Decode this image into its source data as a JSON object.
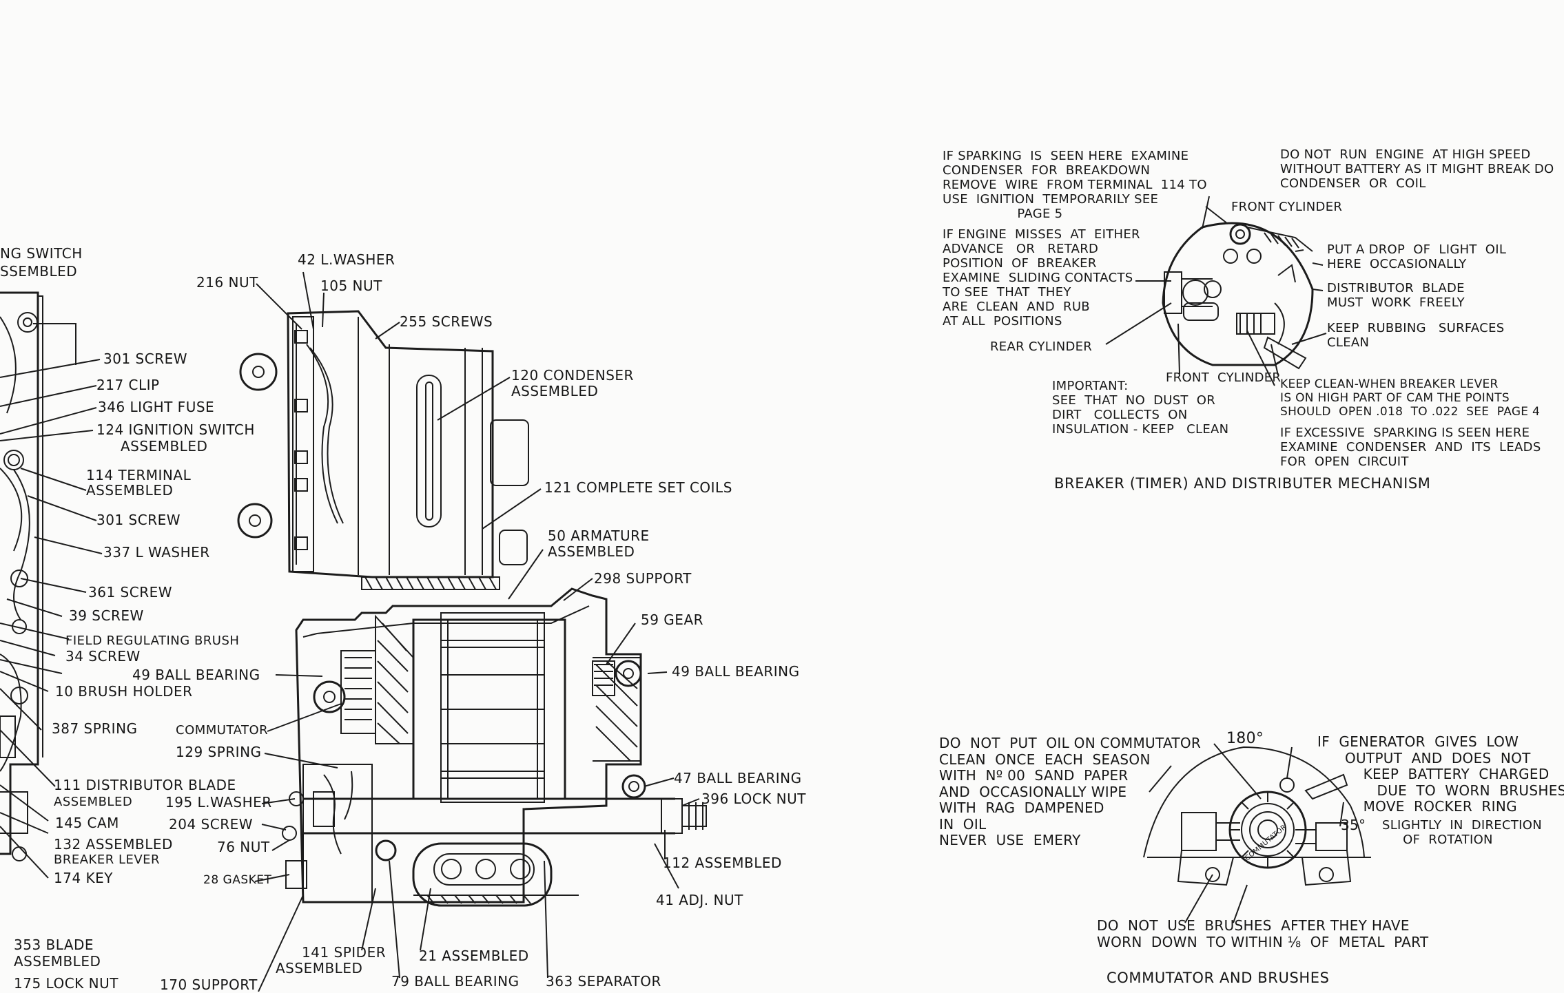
{
  "generator_labels": {
    "switch_line1": "NG  SWITCH",
    "switch_line2": "SSEMBLED",
    "screw_301a": "301 SCREW",
    "clip_217": "217  CLIP",
    "fuse_346": "346 LIGHT FUSE",
    "ign_switch_124_l1": "124 IGNITION  SWITCH",
    "ign_switch_124_l2": "ASSEMBLED",
    "terminal_114_l1": "114  TERMINAL",
    "terminal_114_l2": "ASSEMBLED",
    "screw_301b": "301 SCREW",
    "washer_337": "337 L WASHER",
    "screw_361": "361  SCREW",
    "screw_39": "39  SCREW",
    "field_brush": "FIELD REGULATING  BRUSH",
    "screw_34": "34  SCREW",
    "brush_holder_10": "10 BRUSH HOLDER",
    "spring_387": "387 SPRING",
    "dist_blade_111_l1": "111  DISTRIBUTOR  BLADE",
    "dist_blade_111_l2": "ASSEMBLED",
    "cam_145": "145 CAM",
    "breaker_132_l1": "132  ASSEMBLED",
    "breaker_132_l2": "BREAKER LEVER",
    "key_174": "174  KEY",
    "blade_353_l1": "353 BLADE",
    "blade_353_l2": "ASSEMBLED",
    "lock_nut_175": "175 LOCK NUT",
    "support_170": "170  SUPPORT",
    "nut_216": "216 NUT",
    "washer_42": "42  L.WASHER",
    "nut_105": "105  NUT",
    "screws_255": "255  SCREWS",
    "condenser_120_l1": "120 CONDENSER",
    "condenser_120_l2": "ASSEMBLED",
    "coils_121": "121  COMPLETE  SET  COILS",
    "armature_50_l1": "50  ARMATURE",
    "armature_50_l2": "ASSEMBLED",
    "support_298": "298  SUPPORT",
    "gear_59": "59  GEAR",
    "ball_bearing_49a": "49  BALL  BEARING",
    "ball_bearing_49b": "49  BALL  BEARING",
    "commutator": "COMMUTATOR",
    "spring_129": "129  SPRING",
    "washer_195": "195  L.WASHER",
    "screw_204": "204  SCREW",
    "nut_76": "76  NUT",
    "gasket_28": "28 GASKET",
    "ball_bearing_47": "47  BALL  BEARING",
    "lock_nut_396": "396  LOCK  NUT",
    "assembled_112": "112  ASSEMBLED",
    "adj_nut_41": "41  ADJ.  NUT",
    "spider_141_l1": "141  SPIDER",
    "spider_141_l2": "ASSEMBLED",
    "assembled_21": "21  ASSEMBLED",
    "ball_bearing_79": "79  BALL  BEARING",
    "separator_363": "363  SEPARATOR"
  },
  "breaker_notes": {
    "sparking": "IF SPARKING  IS  SEEN HERE  EXAMINE\nCONDENSER  FOR  BREAKDOWN\nREMOVE  WIRE  FROM TERMINAL  114 TO\nUSE  IGNITION  TEMPORARILY SEE\n                  PAGE 5",
    "no_high_speed": "DO NOT  RUN  ENGINE  AT HIGH SPEED\nWITHOUT BATTERY AS IT MIGHT BREAK DO\nCONDENSER  OR  COIL",
    "front_cylinder_top": "FRONT CYLINDER",
    "engine_misses": "IF ENGINE  MISSES  AT  EITHER\nADVANCE   OR   RETARD\nPOSITION  OF  BREAKER\nEXAMINE  SLIDING CONTACTS\nTO SEE  THAT  THEY\nARE  CLEAN  AND  RUB\nAT ALL  POSITIONS",
    "light_oil": "PUT A DROP  OF  LIGHT  OIL\nHERE  OCCASIONALLY",
    "dist_blade": "DISTRIBUTOR  BLADE\nMUST  WORK  FREELY",
    "keep_rubbing": "KEEP  RUBBING   SURFACES\nCLEAN",
    "rear_cylinder": "REAR CYLINDER",
    "front_cylinder_bottom": "FRONT  CYLINDER",
    "important": "IMPORTANT:\nSEE  THAT  NO  DUST  OR\nDIRT   COLLECTS  ON\nINSULATION - KEEP   CLEAN",
    "keep_clean": "KEEP CLEAN-WHEN BREAKER LEVER\nIS ON HIGH PART OF CAM THE POINTS\nSHOULD  OPEN .018  TO .022  SEE  PAGE 4",
    "excessive": "IF EXCESSIVE  SPARKING IS SEEN HERE\nEXAMINE  CONDENSER  AND  ITS  LEADS\nFOR  OPEN  CIRCUIT",
    "caption": "BREAKER (TIMER) AND DISTRIBUTER MECHANISM"
  },
  "commutator_notes": {
    "no_oil": "DO  NOT  PUT  OIL ON COMMUTATOR\nCLEAN  ONCE  EACH  SEASON\nWITH  Nº 00  SAND  PAPER\nAND  OCCASIONALLY WIPE\nWITH  RAG  DAMPENED\nIN  OIL\nNEVER  USE  EMERY",
    "angle_180": "180°",
    "low_output": "IF  GENERATOR  GIVES  LOW\n      OUTPUT  AND  DOES  NOT\n          KEEP  BATTERY  CHARGED\n             DUE  TO  WORN  BRUSHES\n          MOVE  ROCKER  RING",
    "angle_35": "35°",
    "direction": "SLIGHTLY  IN  DIRECTION\n     OF  ROTATION",
    "commutator_ring": "COMMUTATOR",
    "brushes": "DO  NOT  USE  BRUSHES  AFTER THEY HAVE\nWORN  DOWN  TO WITHIN ⅛  OF  METAL  PART",
    "caption": "COMMUTATOR  AND  BRUSHES"
  }
}
